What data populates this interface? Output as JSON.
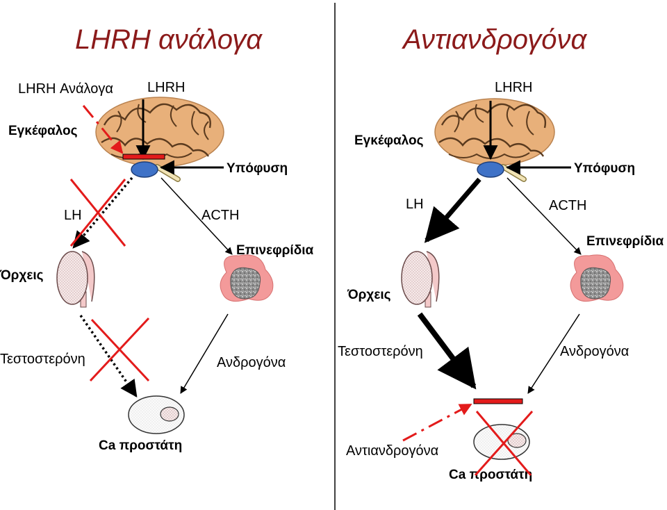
{
  "colors": {
    "title": "#8b1a1a",
    "block": "#e31b1b",
    "pituitary": "#3f72c7",
    "adrenal": "#f39a9a",
    "tumor": "#9a9a9a",
    "testis": "#f0dede",
    "brain": "#e8b07a",
    "line": "#000000"
  },
  "left": {
    "title": "LHRH ανάλογα",
    "lhrh_analogues": "LHRH Ανάλογα",
    "lhrh": "LHRH",
    "brain": "Εγκέφαλος",
    "pituitary": "Υπόφυση",
    "lh": "LH",
    "acth": "ACTH",
    "adrenal": "Επινεφρίδια",
    "testes": "Όρχεις",
    "testosterone": "Τεστοστερόνη",
    "androgens": "Ανδρογόνα",
    "prostate_ca": "Ca προστάτη"
  },
  "right": {
    "title": "Αντιανδρογόνα",
    "lhrh": "LHRH",
    "brain": "Εγκέφαλος",
    "pituitary": "Υπόφυση",
    "lh": "LH",
    "acth": "ACTH",
    "adrenal": "Επινεφρίδια",
    "testes": "Όρχεις",
    "testosterone": "Τεστοστερόνη",
    "androgens": "Ανδρογόνα",
    "antiandrogens": "Αντιανδρογόνα",
    "prostate_ca": "Ca προστάτη"
  }
}
